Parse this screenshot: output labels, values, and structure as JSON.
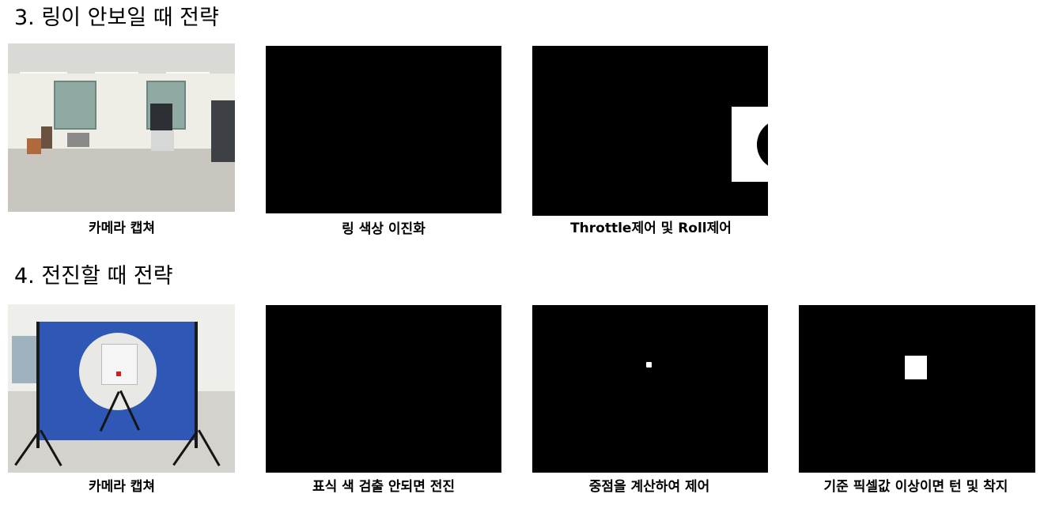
{
  "section3": {
    "title": "3. 링이 안보일 때 전략",
    "captions": [
      "카메라 캡쳐",
      "링 색상 이진화",
      "Throttle제어 및 Roll제어"
    ]
  },
  "section4": {
    "title": "4. 전진할 때 전략",
    "captions": [
      "카메라 캡쳐",
      "표식 색 검출 안되면 전진",
      "중점을 계산하여 제어",
      "기준 픽셀값 이상이면 턴 및 착지"
    ]
  }
}
